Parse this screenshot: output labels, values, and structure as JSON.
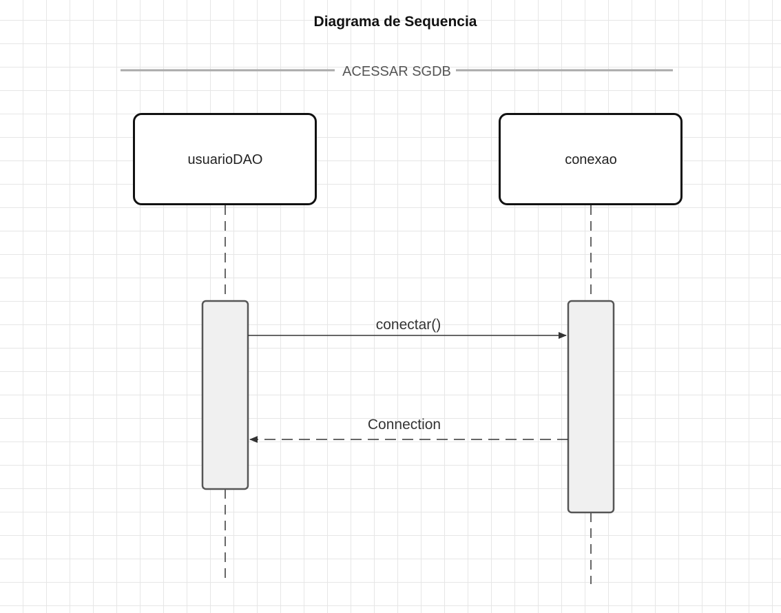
{
  "diagram": {
    "title": "Diagrama de Sequencia",
    "frame": {
      "label": "ACESSAR SGDB"
    },
    "participants": [
      {
        "id": "usuarioDAO",
        "label": "usuarioDAO"
      },
      {
        "id": "conexao",
        "label": "conexao"
      }
    ],
    "messages": [
      {
        "from": "usuarioDAO",
        "to": "conexao",
        "label": "conectar()",
        "style": "solid"
      },
      {
        "from": "conexao",
        "to": "usuarioDAO",
        "label": "Connection",
        "style": "dashed"
      }
    ]
  }
}
